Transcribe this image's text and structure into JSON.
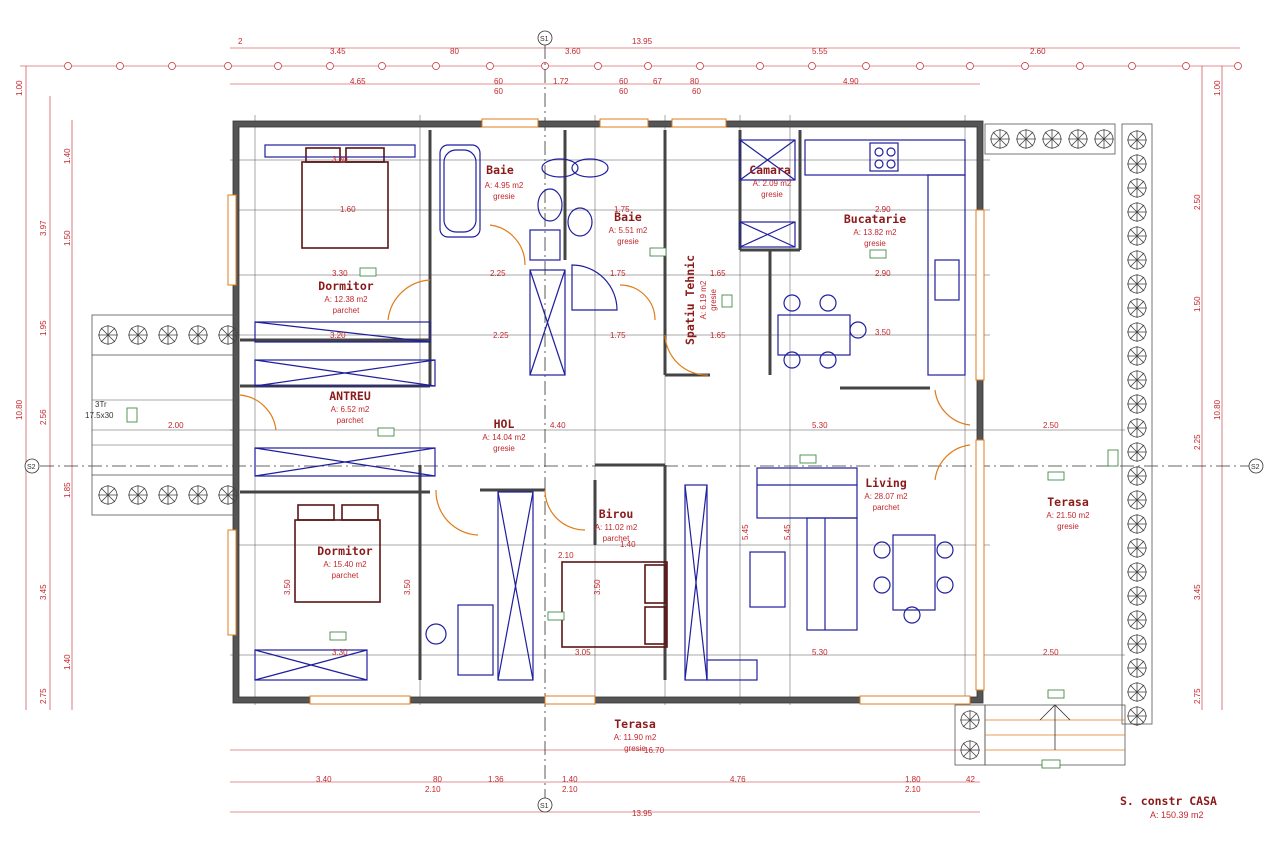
{
  "top_dims_1": [
    "2",
    "3.45",
    "80",
    "3.60",
    "5.55",
    "2.60"
  ],
  "top_total": "13.95",
  "top_dims_2": [
    "4.65",
    "60",
    "1.72",
    "60",
    "67",
    "80",
    "4.90"
  ],
  "top_dims_3": [
    "60",
    "60",
    "60"
  ],
  "bottom_dims_1": [
    "3.40",
    "80",
    "1.36",
    "1.40",
    "4.76",
    "1.80",
    "42"
  ],
  "bottom_dims_2": [
    "2.10",
    "2.10",
    "2.10"
  ],
  "bottom_total": "13.95",
  "terrace_width": "16.70",
  "left_dims_outer": [
    "1.00",
    "3.97",
    "10.80",
    "2.75"
  ],
  "left_dims_mid": [
    "1.40",
    "1.50",
    "1.95",
    "2.56",
    "1.85",
    "3.45",
    "1.40"
  ],
  "right_dims": [
    "1.00",
    "2.50",
    "1.50",
    "2.25",
    "10.80",
    "3.45",
    "2.75"
  ],
  "axis_labels": [
    "S1",
    "S1",
    "S2",
    "S2"
  ],
  "rooms": [
    {
      "name": "Dormitor",
      "area": "A: 12.38 m2",
      "floor": "parchet"
    },
    {
      "name": "Baie",
      "area": "A: 4.95 m2",
      "floor": "gresie"
    },
    {
      "name": "Baie",
      "area": "A: 5.51 m2",
      "floor": "gresie"
    },
    {
      "name": "Camara",
      "area": "A: 2.09 m2",
      "floor": "gresie"
    },
    {
      "name": "Bucatarie",
      "area": "A: 13.82 m2",
      "floor": "gresie"
    },
    {
      "name": "Spatiu Tehnic",
      "area": "A: 6.19 m2",
      "floor": "gresie"
    },
    {
      "name": "ANTREU",
      "area": "A: 6.52 m2",
      "floor": "parchet"
    },
    {
      "name": "HOL",
      "area": "A: 14.04 m2",
      "floor": "gresie"
    },
    {
      "name": "Dormitor",
      "area": "A: 15.40 m2",
      "floor": "parchet"
    },
    {
      "name": "Birou",
      "area": "A: 11.02 m2",
      "floor": "parchet"
    },
    {
      "name": "Living",
      "area": "A: 28.07 m2",
      "floor": "parchet"
    },
    {
      "name": "Terasa",
      "area": "A: 21.50 m2",
      "floor": "gresie"
    },
    {
      "name": "Terasa",
      "area": "A: 11.90 m2",
      "floor": "gresie"
    }
  ],
  "interior_dims": [
    "3.30",
    "1.60",
    "3.30",
    "3.20",
    "2.25",
    "2.25",
    "1.75",
    "1.75",
    "1.75",
    "1.65",
    "1.65",
    "2.90",
    "2.90",
    "3.50",
    "4.40",
    "5.30",
    "5.30",
    "2.50",
    "2.50",
    "3.30",
    "2.10",
    "3.05",
    "1.40",
    "2.00",
    "3.50",
    "3.50",
    "3.50",
    "5.45",
    "5.45"
  ],
  "stairs_label": "3Tr",
  "stairs_size": "17.5x30",
  "summary": {
    "title": "S. constr CASA",
    "area": "A: 150.39 m2"
  }
}
